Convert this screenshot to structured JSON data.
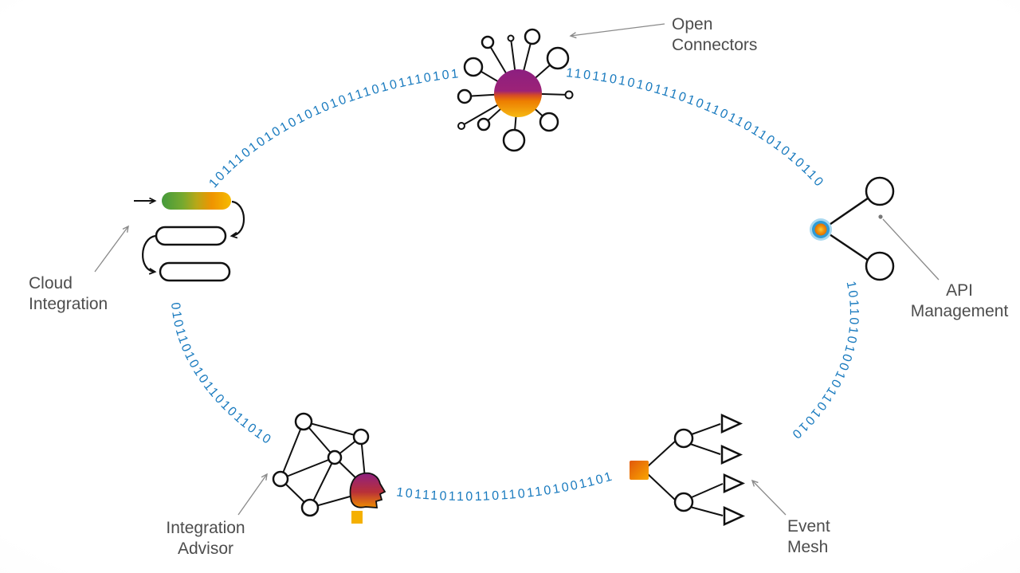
{
  "diagram": {
    "labels": {
      "open_connectors": {
        "line1": "Open",
        "line2": "Connectors"
      },
      "api_management": {
        "line1": "API",
        "line2": "Management"
      },
      "event_mesh": {
        "line1": "Event",
        "line2": "Mesh"
      },
      "integration_advisor": {
        "line1": "Integration",
        "line2": "Advisor"
      },
      "cloud_integration": {
        "line1": "Cloud",
        "line2": "Integration"
      }
    },
    "data_streams": {
      "cloud_to_open": "1011101010101010101110101110101",
      "open_to_api": "11011010101110101101101101010110",
      "api_to_event": "1011010100101101010",
      "advisor_to_event": "1011101101101101101001101",
      "advisor_to_cloud": "01011010101101011010"
    },
    "colors": {
      "binary_text": "#1a7bbf",
      "label_text": "#4d4d4d",
      "icon_outline": "#111111",
      "hub_blue": "#2e9bd6",
      "accent_purple": "#8e2081",
      "accent_orange": "#f09000",
      "accent_green": "#459a3c",
      "accent_amber": "#f5b000"
    }
  }
}
